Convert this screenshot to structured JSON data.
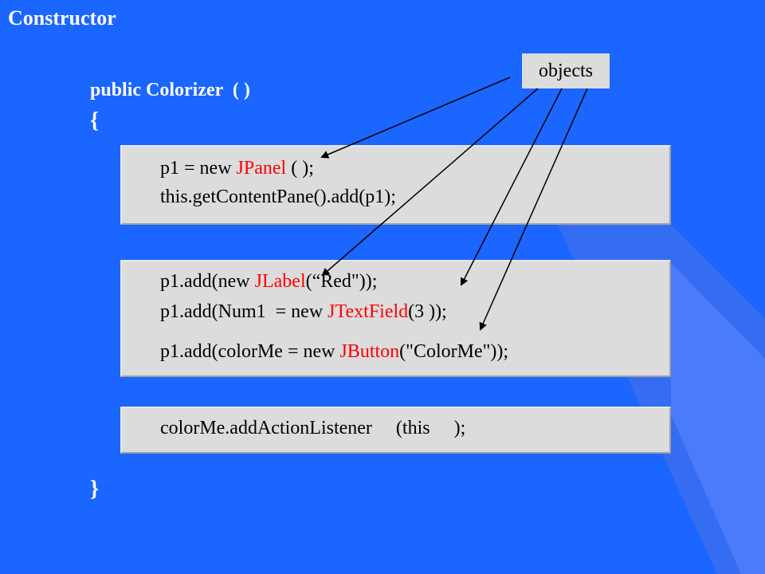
{
  "title": "Constructor",
  "header": {
    "signature": "public Colorizer  ( )",
    "open_brace": "{",
    "close_brace": "}"
  },
  "objects_label": "objects",
  "box1": {
    "line1": {
      "pre": "p1 = new ",
      "kw": "JPanel",
      "post": " ( );"
    },
    "line2": "this.getContentPane().add(p1);"
  },
  "box2": {
    "line1": {
      "pre": "p1.add(new ",
      "kw": "JLabel",
      "post": "(“Red\"));"
    },
    "line2": {
      "pre": "p1.add(Num1  = new ",
      "kw": "JTextField",
      "post": "(3 ));"
    },
    "line3": {
      "pre": "p1.add(colorMe = new ",
      "kw": "JButton",
      "post": "(\"ColorMe\"));"
    }
  },
  "box3": {
    "line1": "colorMe.addActionListener     (this     );"
  },
  "colors": {
    "background": "#1a66ff",
    "code_box": "#dcdcdc",
    "keyword": "#ff0000",
    "text": "#000000"
  }
}
